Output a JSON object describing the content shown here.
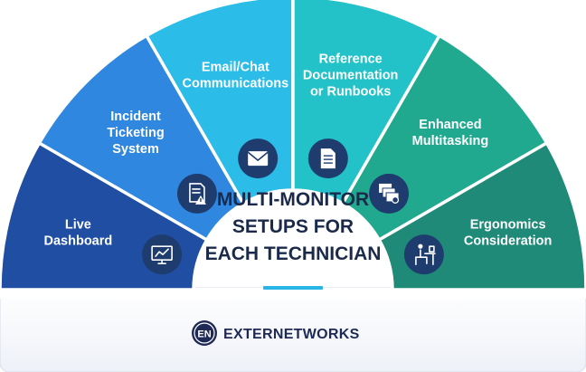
{
  "center": {
    "title_lines": [
      "MULTI-MONITOR",
      "SETUPS FOR",
      "EACH TECHNICIAN"
    ]
  },
  "segments": [
    {
      "lines": [
        "Live",
        "Dashboard"
      ],
      "color": "#1f4ea3",
      "icon": "chart-monitor-icon"
    },
    {
      "lines": [
        "Incident",
        "Ticketing",
        "System"
      ],
      "color": "#2f87e0",
      "icon": "ticket-warning-icon"
    },
    {
      "lines": [
        "Email/Chat",
        "Communications"
      ],
      "color": "#2bbde8",
      "icon": "email-icon"
    },
    {
      "lines": [
        "Reference",
        "Documentation",
        "or Runbooks"
      ],
      "color": "#22c2c8",
      "icon": "document-icon"
    },
    {
      "lines": [
        "Enhanced",
        "Multitasking"
      ],
      "color": "#20a98f",
      "icon": "multi-window-icon"
    },
    {
      "lines": [
        "Ergonomics",
        "Consideration"
      ],
      "color": "#1f8a78",
      "icon": "desk-person-icon"
    }
  ],
  "icon_circle_color": "#1e3c6e",
  "accent_line_color": "#29b6e6",
  "footer": {
    "logo_text": "EN",
    "brand_name": "EXTERNETWORKS"
  }
}
